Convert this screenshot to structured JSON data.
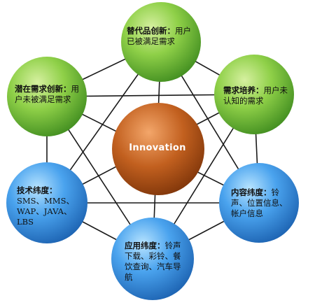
{
  "center": {
    "label": "Innovation"
  },
  "nodes": {
    "top": {
      "title": "替代品创新：",
      "body": "用户已被满足需求"
    },
    "upper_right": {
      "title": "需求培养：",
      "body": "用户未认知的需求"
    },
    "upper_left": {
      "title": "潜在需求创新：",
      "body": "用户未被满足需求"
    },
    "lower_left": {
      "title": "技术纬度：",
      "body": "SMS、MMS、WAP、JAVA、LBS"
    },
    "lower_right": {
      "title": "内容纬度：",
      "body": "铃声、位置信息、帐户信息"
    },
    "bottom": {
      "title": "应用纬度：",
      "body": "铃声下载、彩铃、餐饮查询、汽车导航"
    }
  },
  "colors": {
    "green_node": "#7cc43a",
    "blue_node": "#2f87d9",
    "center_node": "#b8561a",
    "connector": "#1a1a1a"
  }
}
